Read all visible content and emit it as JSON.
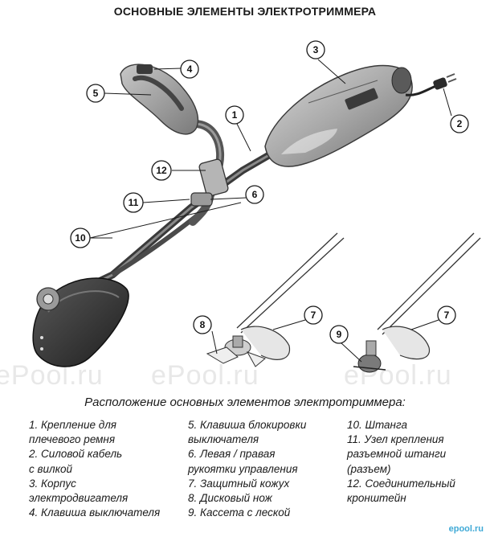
{
  "title": "ОСНОВНЫЕ ЭЛЕМЕНТЫ ЭЛЕКТРОТРИММЕРА",
  "callouts": [
    "1",
    "2",
    "3",
    "4",
    "5",
    "6",
    "7",
    "8",
    "9",
    "10",
    "11",
    "12"
  ],
  "watermark": "ePool.ru",
  "caption": "Расположение основных элементов электротриммера:",
  "legend": {
    "col1": [
      "1. Крепление для",
      "плечевого ремня",
      "2. Силовой кабель",
      "с вилкой",
      "3. Корпус",
      "электродвигателя",
      "4. Клавиша выключателя"
    ],
    "col2": [
      "5. Клавиша блокировки",
      "выключателя",
      "6. Левая / правая",
      "рукоятки управления",
      "7. Защитный кожух",
      "8. Дисковый нож",
      "9. Кассета с леской"
    ],
    "col3": [
      "10. Штанга",
      "11. Узел крепления",
      "разъемной штанги",
      "(разъем)",
      "12. Соединительный",
      "кронштейн"
    ]
  },
  "corner_logo": "epool.ru"
}
